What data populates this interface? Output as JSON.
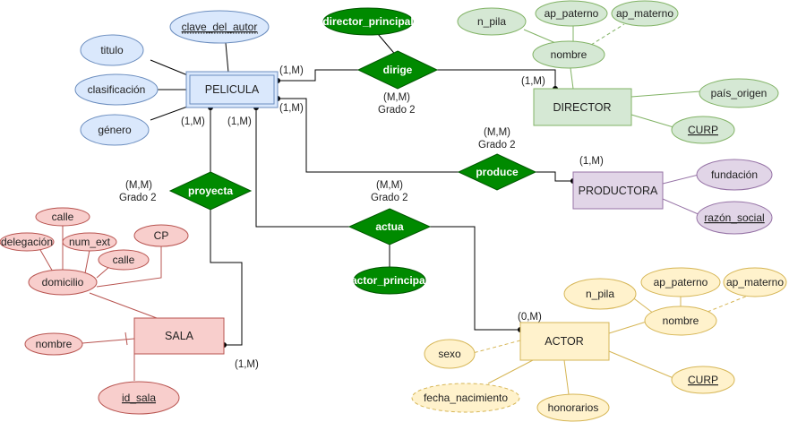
{
  "colors": {
    "blue_fill": "#dae8fc",
    "blue_stroke": "#6c8ebf",
    "green_fill": "#d5e8d4",
    "green_stroke": "#82b366",
    "yellow_fill": "#fff2cc",
    "yellow_stroke": "#d6b656",
    "red_fill": "#f8cecc",
    "red_stroke": "#b85450",
    "purple_fill": "#e1d5e7",
    "purple_stroke": "#9673a6",
    "relationship_fill": "#008a00",
    "relationship_stroke": "#005700"
  },
  "entities": {
    "pelicula": "PELICULA",
    "director": "DIRECTOR",
    "productora": "PRODUCTORA",
    "actor": "ACTOR",
    "sala": "SALA"
  },
  "relationships": {
    "dirige": "dirige",
    "produce": "produce",
    "proyecta": "proyecta",
    "actua": "actua",
    "director_principal": "director_principal",
    "actor_principal": "actor_principal"
  },
  "attributes": {
    "pelicula": {
      "clave_del_autor": "clave_del_autor",
      "titulo": "titulo",
      "clasificacion": "clasificación",
      "genero": "género"
    },
    "director": {
      "n_pila": "n_pila",
      "ap_paterno": "ap_paterno",
      "ap_materno": "ap_materno",
      "nombre": "nombre",
      "pais_origen": "país_origen",
      "curp": "CURP"
    },
    "productora": {
      "fundacion": "fundación",
      "razon_social": "razón_social"
    },
    "actor": {
      "n_pila": "n_pila",
      "ap_paterno": "ap_paterno",
      "ap_materno": "ap_materno",
      "nombre": "nombre",
      "sexo": "sexo",
      "fecha_nacimiento": "fecha_nacimiento",
      "honorarios": "honorarios",
      "curp": "CURP"
    },
    "sala": {
      "calle1": "calle",
      "delegacion": "delegación",
      "num_ext": "num_ext",
      "cp": "CP",
      "calle2": "calle",
      "domicilio": "domicilio",
      "nombre": "nombre",
      "id_sala": "id_sala"
    }
  },
  "cardinalities": {
    "pelicula_dirige": "(1,M)",
    "director_dirige": "(1,M)",
    "pelicula_produce": "(1,M)",
    "productora_produce": "(1,M)",
    "pelicula_proyecta": "(1,M)",
    "pelicula_actua": "(1,M)",
    "sala_proyecta": "(1,M)",
    "actor_actua": "(0,M)"
  },
  "degrees": {
    "dirige": {
      "type": "(M,M)",
      "grade": "Grado 2"
    },
    "produce": {
      "type": "(M,M)",
      "grade": "Grado 2"
    },
    "proyecta": {
      "type": "(M,M)",
      "grade": "Grado 2"
    },
    "actua": {
      "type": "(M,M)",
      "grade": "Grado 2"
    }
  }
}
